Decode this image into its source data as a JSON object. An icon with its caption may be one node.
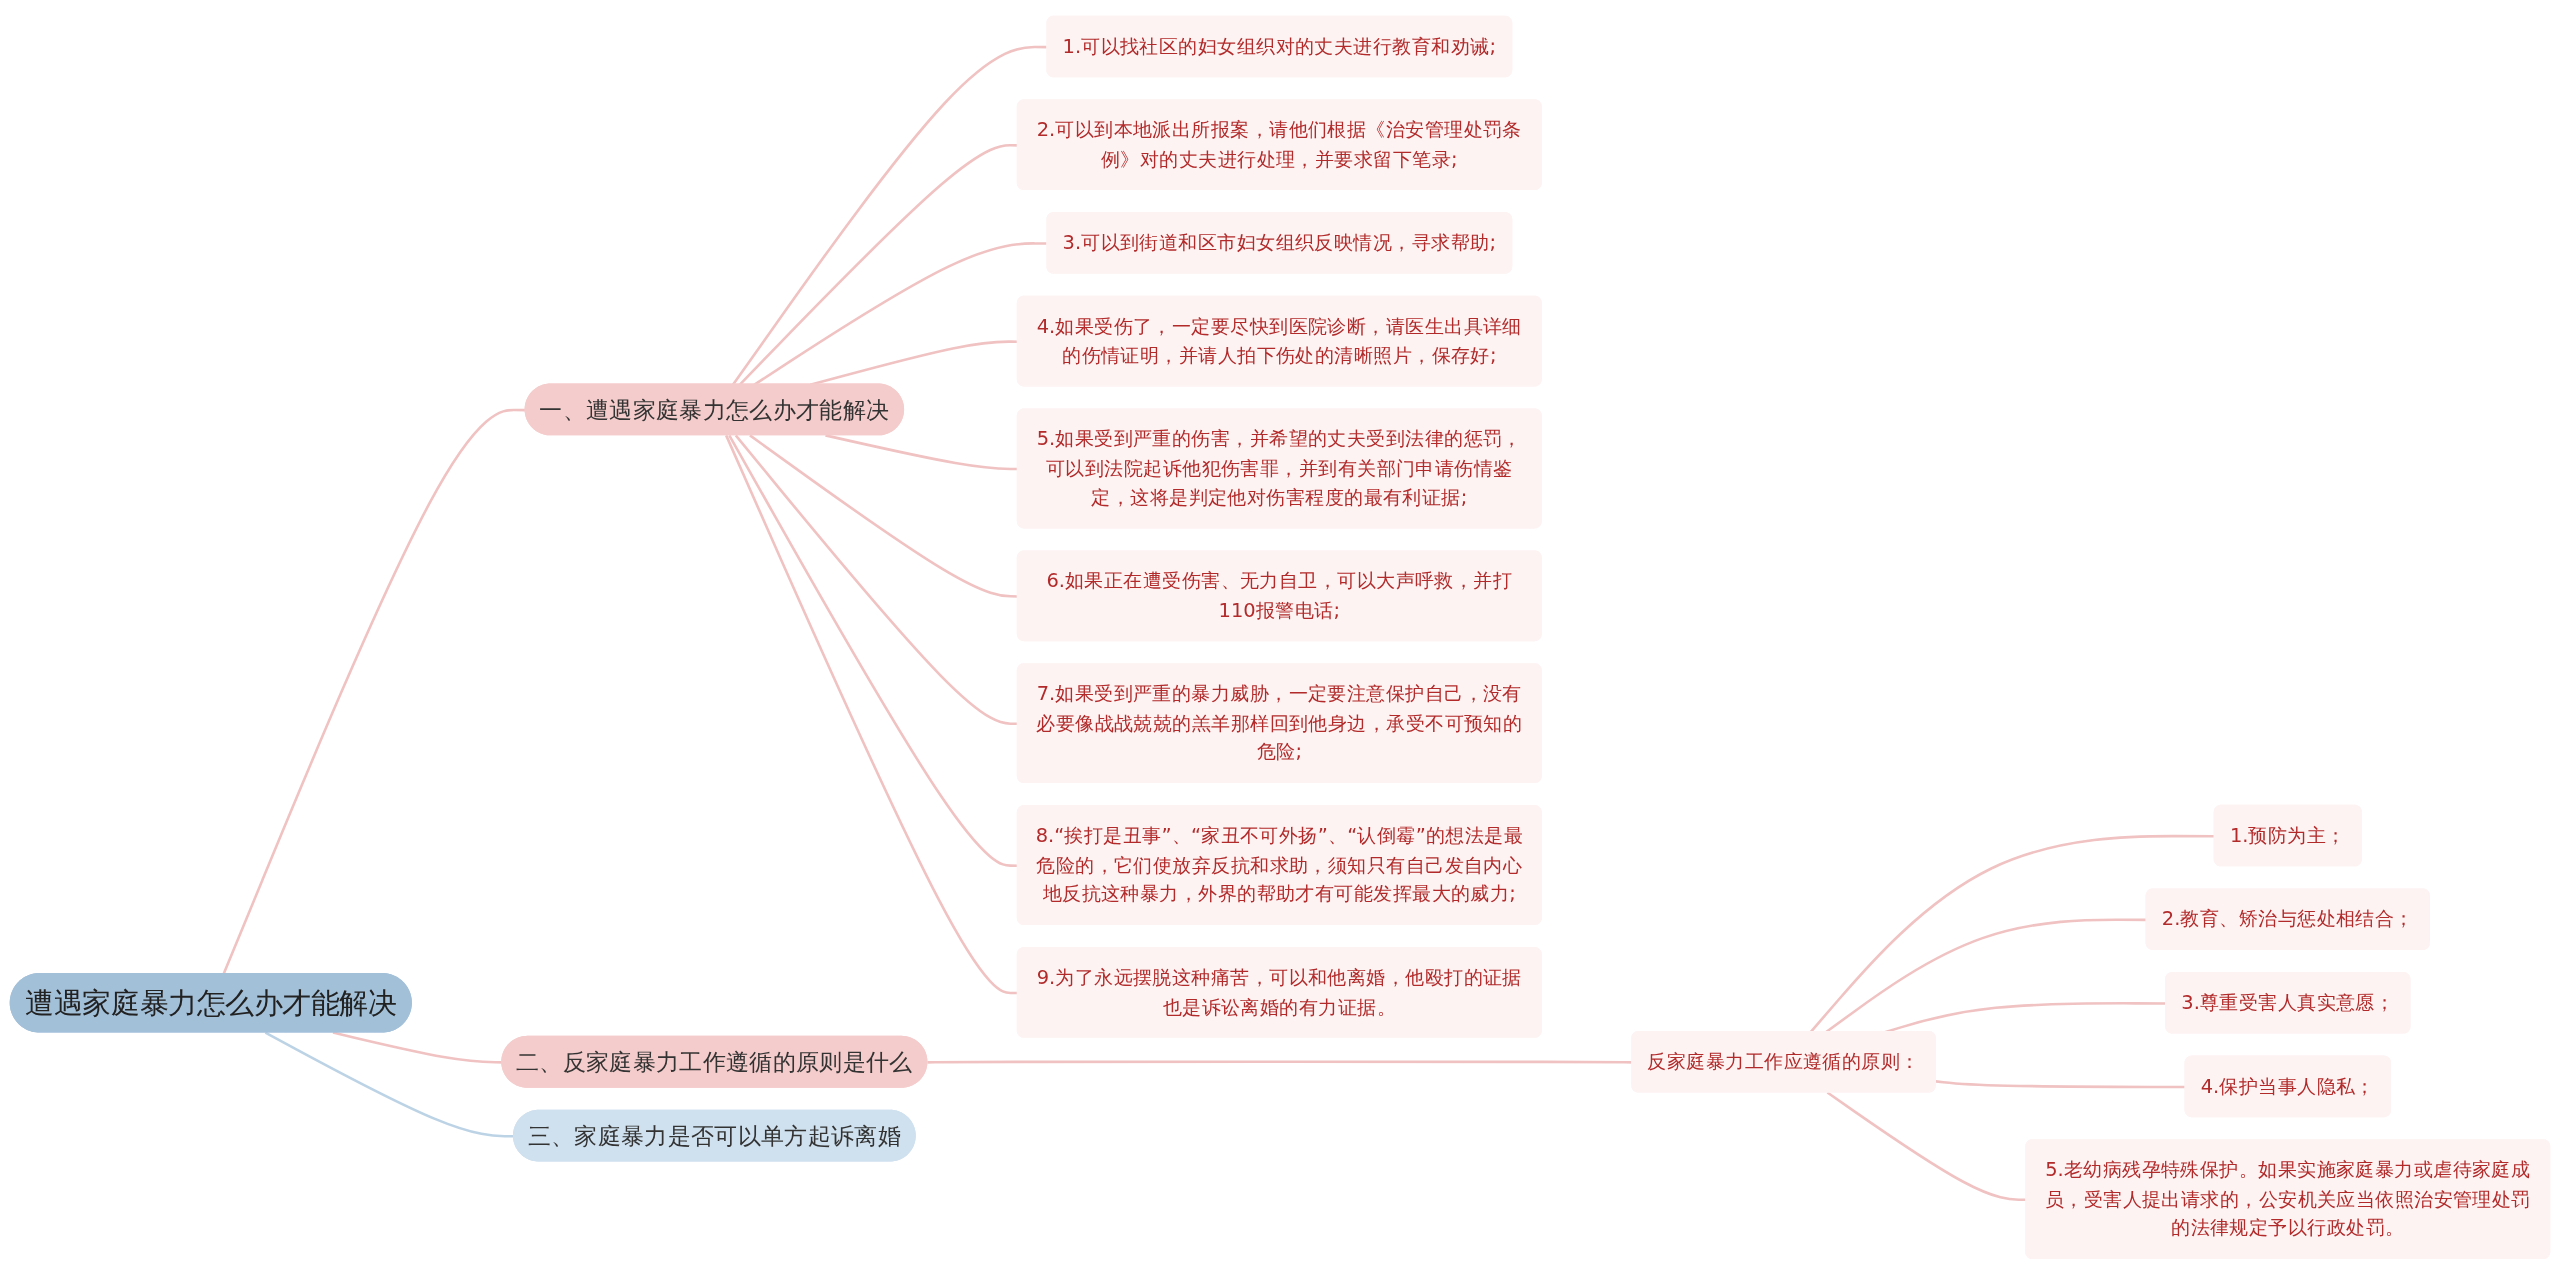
{
  "diagram": {
    "nodes": [
      {
        "text": [
          "遭遇家庭暴力怎么办才能解决"
        ]
      },
      {
        "text": [
          "一、遭遇家庭暴力怎么办才能解决"
        ]
      },
      {
        "text": [
          "1.可以找社区的妇女组织对的丈夫进行教育和劝诫;"
        ]
      },
      {
        "text": [
          "2.可以到本地派出所报案，请他们根据《治安管理处罚条例》对的丈夫进行处理，并要求留下笔录;"
        ]
      },
      {
        "text": [
          "3.可以到街道和区市妇女组织反映情况，寻求帮助;"
        ]
      },
      {
        "text": [
          "4.如果受伤了，一定要尽快到医院诊断，请医生出具详细的伤情证明，并请人拍下伤处的清晰照片，保存好;"
        ]
      },
      {
        "text": [
          "5.如果受到严重的伤害，并希望的丈夫受到法律的惩罚，可以到法院起诉他犯伤害罪，并到有关部门申请伤情鉴定，这将是判定他对伤害程度的最有利证据;"
        ]
      },
      {
        "text": [
          "6.如果正在遭受伤害、无力自卫，可以大声呼救，并打110报警电话;"
        ]
      },
      {
        "text": [
          "7.如果受到严重的暴力威胁，一定要注意保护自己，没有必要像战战兢兢的羔羊那样回到他身边，承受不可预知的危险;"
        ]
      },
      {
        "text": [
          "8.“挨打是丑事”、“家丑不可外扬”、“认倒霉”的想法是最危险的，它们使放弃反抗和求助，须知只有自己发自内心地反抗这种暴力，外界的帮助才有可能发挥最大的威力;"
        ]
      },
      {
        "text": [
          "9.为了永远摆脱这种痛苦，可以和他离婚，他殴打的证据也是诉讼离婚的有力证据。"
        ]
      },
      {
        "text": [
          "二、反家庭暴力工作遵循的原则是什么"
        ]
      },
      {
        "text": [
          "反家庭暴力工作应遵循的原则："
        ]
      },
      {
        "text": [
          "1.预防为主；"
        ]
      },
      {
        "text": [
          "2.教育、矫治与惩处相结合；"
        ]
      },
      {
        "text": [
          "3.尊重受害人真实意愿；"
        ]
      },
      {
        "text": [
          "4.保护当事人隐私；"
        ]
      },
      {
        "text": [
          "5.老幼病残孕特殊保护。如果实施家庭暴力或虐待家庭成员，受害人提出请求的，公安机关应当依照治安管理处罚的法律规定予以行政处罚。"
        ]
      },
      {
        "text": [
          "三、家庭暴力是否可以单方起诉离婚"
        ]
      }
    ],
    "edges": [
      {
        "from": 0,
        "to": 1,
        "arrow": "none"
      },
      {
        "from": 1,
        "to": 2,
        "arrow": "none"
      },
      {
        "from": 1,
        "to": 3,
        "arrow": "none"
      },
      {
        "from": 1,
        "to": 4,
        "arrow": "none"
      },
      {
        "from": 1,
        "to": 5,
        "arrow": "none"
      },
      {
        "from": 1,
        "to": 6,
        "arrow": "none"
      },
      {
        "from": 1,
        "to": 7,
        "arrow": "none"
      },
      {
        "from": 1,
        "to": 8,
        "arrow": "none"
      },
      {
        "from": 1,
        "to": 9,
        "arrow": "none"
      },
      {
        "from": 1,
        "to": 10,
        "arrow": "none"
      },
      {
        "from": 0,
        "to": 11,
        "arrow": "none"
      },
      {
        "from": 11,
        "to": 12,
        "arrow": "none"
      },
      {
        "from": 12,
        "to": 13,
        "arrow": "none"
      },
      {
        "from": 12,
        "to": 14,
        "arrow": "none"
      },
      {
        "from": 12,
        "to": 15,
        "arrow": "none"
      },
      {
        "from": 12,
        "to": 16,
        "arrow": "none"
      },
      {
        "from": 12,
        "to": 17,
        "arrow": "none"
      },
      {
        "from": 0,
        "to": 18,
        "arrow": "none",
        "color": "#bcd3e6"
      }
    ]
  }
}
